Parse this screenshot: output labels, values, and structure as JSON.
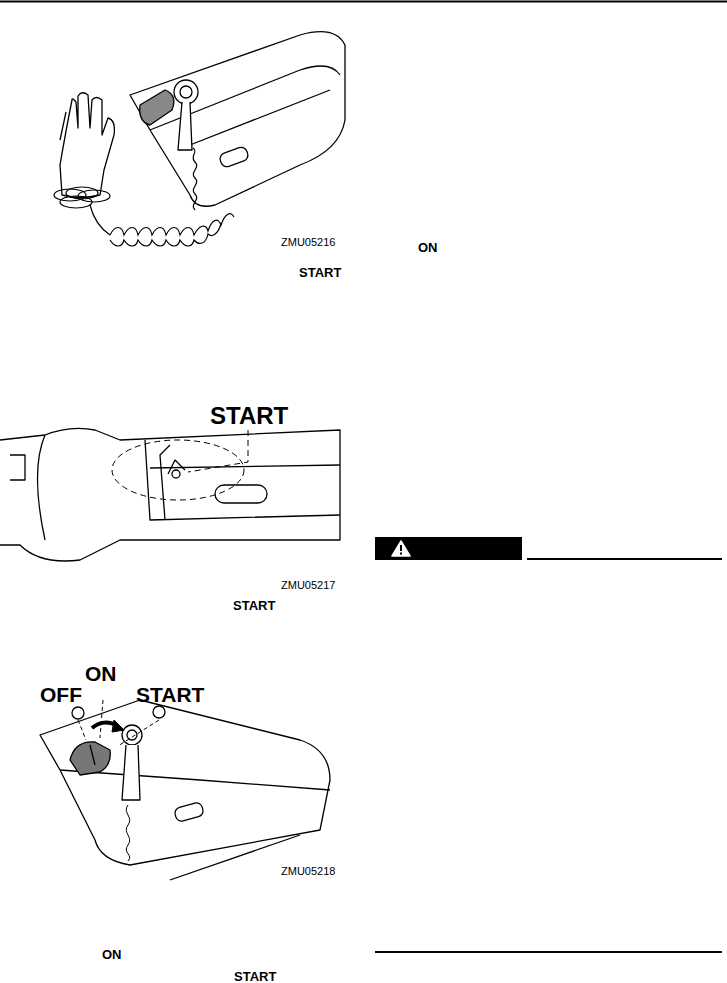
{
  "diagram": {
    "labels": [
      "ZMU05216",
      "START",
      "START",
      "ZMU05217",
      "START",
      "ON",
      "OFF",
      "START",
      "ZMU05218",
      "ON",
      "START",
      "ON"
    ]
  }
}
